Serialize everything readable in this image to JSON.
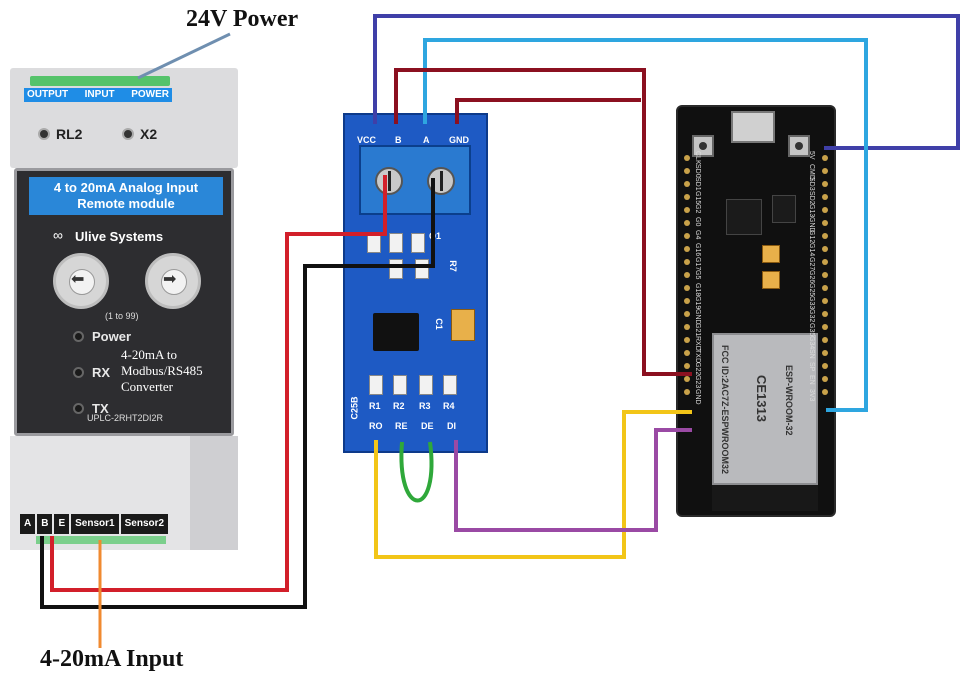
{
  "captions": {
    "power": "24V Power",
    "input": "4-20mA Input"
  },
  "module": {
    "header_labels": [
      "OUTPUT",
      "INPUT",
      "POWER"
    ],
    "relay_labels": [
      "RL2",
      "X2"
    ],
    "title_line1": "4 to 20mA Analog Input",
    "title_line2": "Remote module",
    "brand": "Ulive Systems",
    "dial_range": "(1 to 99)",
    "indicators": [
      "Power",
      "RX",
      "TX"
    ],
    "converter_line1": "4-20mA to",
    "converter_line2": "Modbus/RS485",
    "converter_line3": "Converter",
    "model": "UPLC-2RHT2DI2R",
    "terminals": [
      "A",
      "B",
      "E",
      "Sensor1",
      "Sensor2"
    ]
  },
  "rs485_board": {
    "top_pins": [
      "VCC",
      "B",
      "A",
      "GND"
    ],
    "bottom_pins": [
      "RO",
      "RE",
      "DE",
      "DI"
    ],
    "resistors": [
      "R1",
      "R2",
      "R3",
      "R4"
    ],
    "silk_side": "C25B",
    "silk_r7": "R7",
    "silk_c1": "C1",
    "silk_q1": "Q1"
  },
  "esp32": {
    "module_text": [
      "ESP-WROOM-32",
      "CE1313",
      "FCC ID:2AC7Z-ESPWROOM32"
    ],
    "left_pins": [
      "CLK",
      "SD0",
      "SD1",
      "G15",
      "G2",
      "G0",
      "G4",
      "G16",
      "G17",
      "G5",
      "G18",
      "G19",
      "GND",
      "G21",
      "RXD",
      "TXD",
      "G22",
      "G23",
      "GND"
    ],
    "right_pins": [
      "5V",
      "CMD",
      "SD3",
      "SD2",
      "G13",
      "GND",
      "G12",
      "G14",
      "G27",
      "G26",
      "G25",
      "G33",
      "G32",
      "G35",
      "G34",
      "SN",
      "SP",
      "EN",
      "3V3"
    ]
  },
  "colors": {
    "wire_power_b": "#3f3fa8",
    "wire_power_a": "#2ea6e0",
    "wire_vcc": "#8b1020",
    "wire_gnd": "#8b1020",
    "wire_input_pos": "#d21f2a",
    "wire_input_neg": "#111111",
    "wire_ro": "#f2c518",
    "wire_di": "#9a4aa4",
    "wire_re_de": "#2fa83a",
    "arrow": "#6f8fb0",
    "input_arrow": "#f08a30"
  }
}
